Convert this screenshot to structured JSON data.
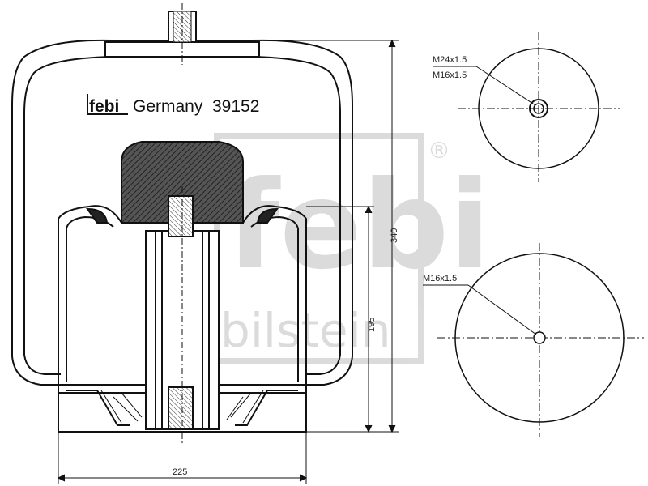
{
  "brand": {
    "logo_text": "febi",
    "country": "Germany",
    "part_number": "39152"
  },
  "watermark": {
    "logo_text": "febi",
    "sub_text": "bilstein",
    "registered": "®"
  },
  "dimensions": {
    "total_height": "340",
    "piston_height": "195",
    "base_diameter": "225",
    "top_thread_1": "M24x1.5",
    "top_thread_2": "M16x1.5",
    "bottom_thread": "M16x1.5"
  },
  "colors": {
    "line": "#111111",
    "hatch": "#333333",
    "watermark": "#d8d8d8"
  }
}
